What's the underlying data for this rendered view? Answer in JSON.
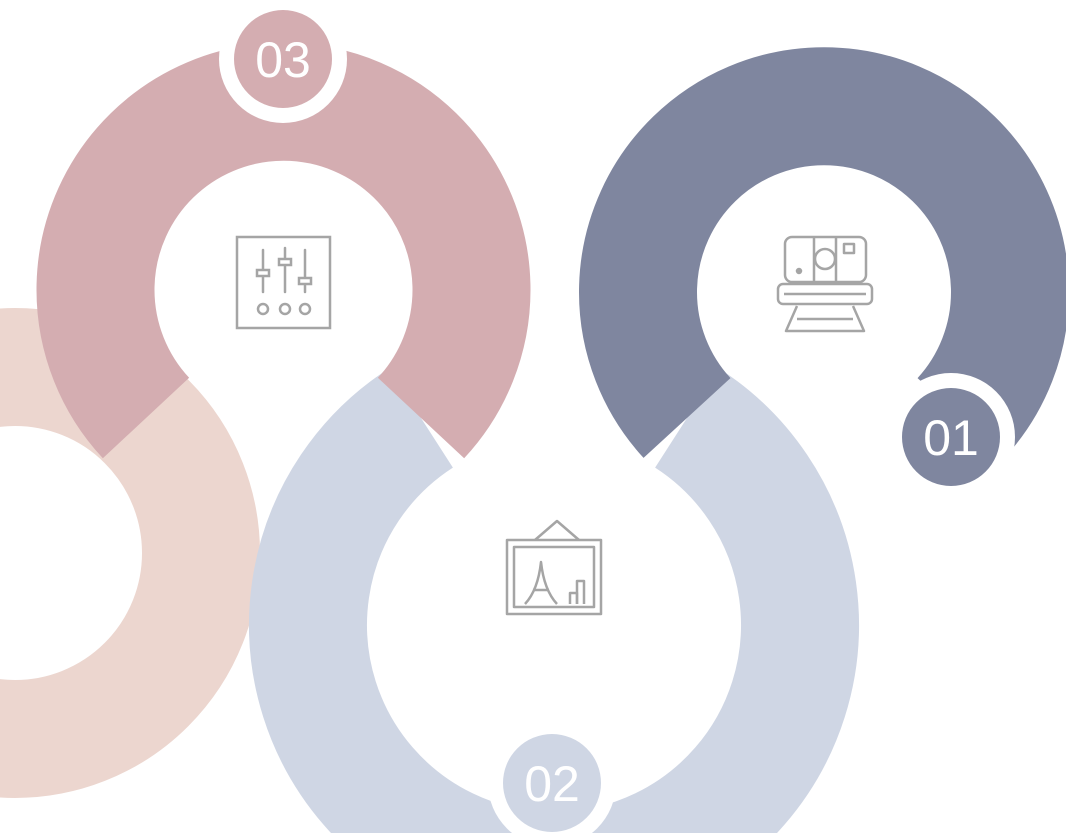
{
  "colors": {
    "step1": "#7f869f",
    "step2": "#cfd6e4",
    "step3": "#d4adb1",
    "tail": "#ecd6cf",
    "icon": "#a5a5a5",
    "background": "#ffffff"
  },
  "steps": [
    {
      "number": "01",
      "icon": "instant-camera-icon"
    },
    {
      "number": "02",
      "icon": "framed-eiffel-picture-icon"
    },
    {
      "number": "03",
      "icon": "mixer-sliders-icon"
    }
  ]
}
